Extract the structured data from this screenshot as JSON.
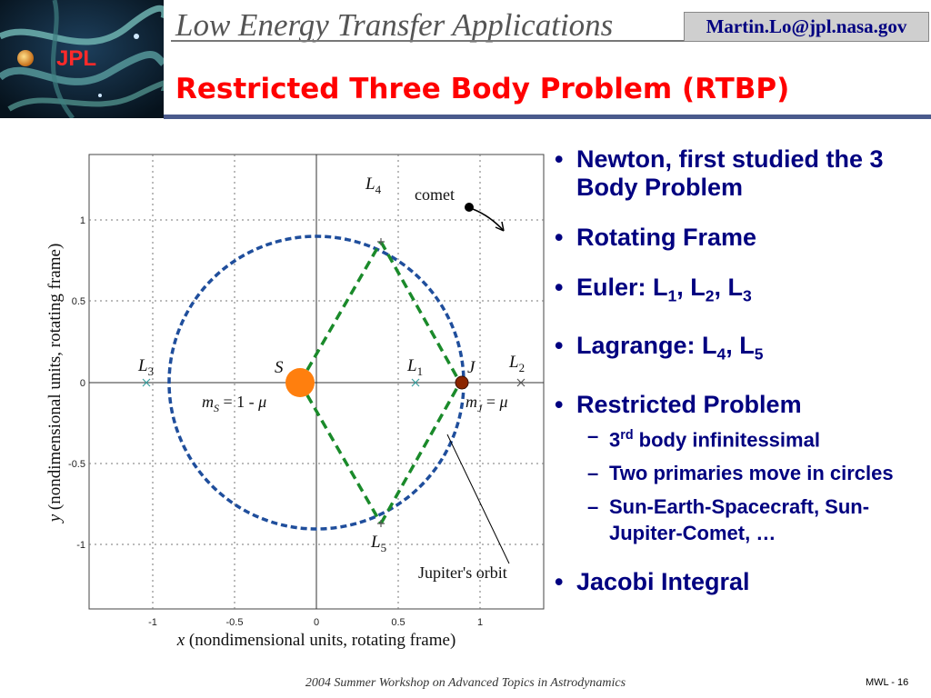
{
  "header": {
    "subtitle": "Low Energy Transfer Applications",
    "email": "Martin.Lo@jpl.nasa.gov",
    "logo_text": "JPL"
  },
  "slide": {
    "title": "Restricted Three Body Problem (RTBP)"
  },
  "bullets": {
    "b1": "Newton, first studied the 3 Body Problem",
    "b2": "Rotating Frame",
    "b3_prefix": "Euler: L",
    "b3_s1": "1",
    "b3_sep1": ", L",
    "b3_s2": "2",
    "b3_sep2": ", L",
    "b3_s3": "3",
    "b4_prefix": "Lagrange: L",
    "b4_s1": "4",
    "b4_sep": ", L",
    "b4_s2": "5",
    "b5": "Restricted Problem",
    "sub1_pre": "3",
    "sub1_sup": "rd",
    "sub1_post": " body infinitessimal",
    "sub2": "Two primaries move in circles",
    "sub3": "Sun-Earth-Spacecraft, Sun-Jupiter-Comet, …",
    "b6": "Jacobi Integral",
    "bullet_glyph": "•",
    "dash_glyph": "–"
  },
  "figure": {
    "x_axis_label_var": "x",
    "x_axis_label_text": " (nondimensional units, rotating frame)",
    "y_axis_label_var": "y",
    "y_axis_label_text": " (nondimensional units, rotating frame)",
    "x_ticks": [
      "-1",
      "-0.5",
      "0",
      "0.5",
      "1"
    ],
    "y_ticks": [
      "1",
      "0.5",
      "0",
      "-0.5",
      "-1"
    ],
    "labels": {
      "L1": "L",
      "L1_sub": "1",
      "L2": "L",
      "L2_sub": "2",
      "L3": "L",
      "L3_sub": "3",
      "L4": "L",
      "L4_sub": "4",
      "L5": "L",
      "L5_sub": "5",
      "S": "S",
      "J": "J",
      "comet": "comet",
      "orbit": "Jupiter's orbit",
      "mS": "m",
      "mS_sub": "S",
      "mS_eq": " = 1 - ",
      "mJ": "m",
      "mJ_sub": "J",
      "mJ_eq": " = ",
      "mu": "μ"
    },
    "colors": {
      "orbit": "#1f4e9c",
      "triangle": "#1a8a2a",
      "sun": "#ff7f0e",
      "jupiter": "#8b2500",
      "lagrange_marker": "#3aa0a0"
    }
  },
  "footer": {
    "text": "2004 Summer Workshop on Advanced Topics in Astrodynamics",
    "page_label": "MWL - ",
    "page_number": "16"
  }
}
